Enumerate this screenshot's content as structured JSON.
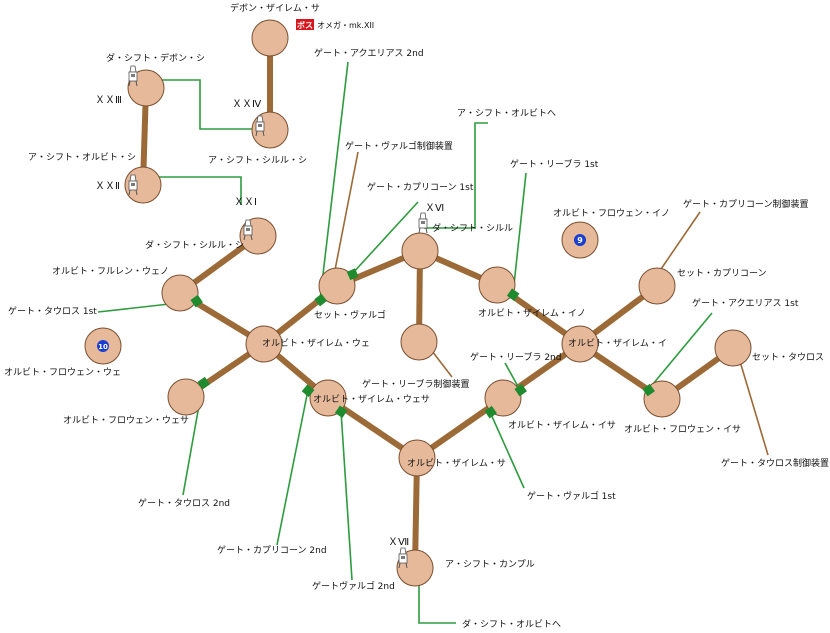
{
  "colors": {
    "node_fill": "#e6b99b",
    "node_stroke": "#7a5030",
    "edge": "#9c6a37",
    "gate_line": "#2e9b3e",
    "gate_marker": "#1f8a2e",
    "device_line": "#9c6a37",
    "badge_blue": "#1a3fd0",
    "boss_red": "#d9161c"
  },
  "labels": {
    "n_devon_zairem_sa": "デボン・ザイレム・サ",
    "boss_tag": "ボス",
    "boss_name": "オメガ・mk.XII",
    "n_da_shift_devon": "ダ・シフト・デボン・シ",
    "n_a_shift_orbit_shi": "ア・シフト・オルビト・シ",
    "n_a_shift_shiruru_shi": "ア・シフト・シルル・シ",
    "n_da_shift_shiruru_shi": "ダ・シフト・シルル・シ",
    "n_orbit_fururen_weno": "オルビト・フルレン・ウェノ",
    "n_orbit_zairem_we": "オルビト・ザイレム・ウェ",
    "n_set_virgo": "セット・ヴァルゴ",
    "n_da_shift_shiruru": "ダ・シフト・シルル",
    "n_orbit_frouen_we": "オルビト・フロウェン・ウェ",
    "n_orbit_frouen_wesa": "オルビト・フロウェン・ウェサ",
    "n_orbit_zairem_wesa": "オルビト・ザイレム・ウェサ",
    "n_gate_libra_device": "ゲート・リーブラ制御装置",
    "n_orbit_zairem_sa": "オルビト・ザイレム・サ",
    "n_orbit_zairem_isa": "オルビト・ザイレム・イサ",
    "n_orbit_zairem_ino": "オルビト・ザイレム・イノ",
    "n_orbit_zairem_i": "オルビト・ザイレム・イ",
    "n_orbit_frouen_ino": "オルビト・フロウェン・イノ",
    "n_set_capricorn": "セット・カプリコーン",
    "n_orbit_frouen_isa": "オルビト・フロウェン・イサ",
    "n_set_taurus": "セット・タウロス",
    "n_a_shift_canpur": "ア・シフト・カンプル",
    "n_da_shift_orbit_he": "ダ・シフト・オルビトへ",
    "n_a_shift_orbit_he": "ア・シフト・オルビトへ",
    "g_aquarius_2nd": "ゲート・アクエリアス 2nd",
    "g_virgo_device": "ゲート・ヴァルゴ制御装置",
    "g_capricorn_1st": "ゲート・カプリコーン 1st",
    "g_libra_1st": "ゲート・リーブラ 1st",
    "g_capricorn_device": "ゲート・カプリコーン制御装置",
    "g_aquarius_1st": "ゲート・アクエリアス 1st",
    "g_taurus_1st": "ゲート・タウロス 1st",
    "g_libra_2nd": "ゲート・リーブラ 2nd",
    "g_taurus_2nd": "ゲート・タウロス 2nd",
    "g_virgo_1st": "ゲート・ヴァルゴ 1st",
    "g_taurus_device": "ゲート・タウロス制御装置",
    "g_capricorn_2nd": "ゲート・カプリコーン 2nd",
    "g_virgo_2nd": "ゲートヴァルゴ 2nd",
    "r_xxiii": "ＸＸⅢ",
    "r_xxiv": "ＸＸⅣ",
    "r_xxii": "ＸＸⅡ",
    "r_xxi": "ＸＸⅠ",
    "r_xvi": "ＸⅥ",
    "r_xvii": "ＸⅦ",
    "badge_9": "9",
    "badge_10": "10"
  }
}
